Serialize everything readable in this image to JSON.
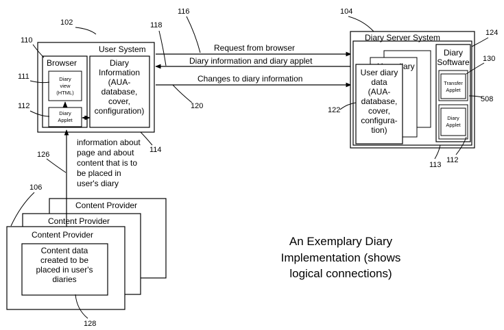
{
  "refs": {
    "r102": "102",
    "r104": "104",
    "r106": "106",
    "r110": "110",
    "r111": "111",
    "r112a": "112",
    "r112b": "112",
    "r113": "113",
    "r114": "114",
    "r116": "116",
    "r118": "118",
    "r120": "120",
    "r122": "122",
    "r124": "124",
    "r126": "126",
    "r128": "128",
    "r130": "130",
    "r508": "508"
  },
  "user_system": {
    "title": "User System",
    "browser": "Browser",
    "diary_view": [
      "Diary",
      "view",
      "(HTML)"
    ],
    "diary_applet": [
      "Diary",
      "Applet"
    ],
    "diary_info": [
      "Diary",
      "Information",
      "(AUA-",
      "database,",
      "cover,",
      "configuration)"
    ]
  },
  "server": {
    "title": "Diary Server System",
    "back_label": "User diary",
    "user_diary_data": [
      "User diary",
      "data",
      "(AUA-",
      "database,",
      "cover,",
      "configura-",
      "tion)"
    ],
    "software": [
      "Diary",
      "Software"
    ],
    "transfer_applet": [
      "Transfer",
      "Applet"
    ],
    "diary_applet": [
      "Diary",
      "Applet"
    ]
  },
  "arrows": {
    "request": "Request from browser",
    "diary_info_applet": "Diary  information and diary applet",
    "changes": "Changes to diary information"
  },
  "content_info": [
    "information about",
    "page and about",
    "content that is to",
    "be placed in",
    "user's diary"
  ],
  "providers": {
    "back": "Content Provider",
    "middle": "Content Provider",
    "front": "Content Provider",
    "content_data": [
      "Content data",
      "created to be",
      "placed in user's",
      "diaries"
    ]
  },
  "caption": [
    "An Exemplary Diary",
    "Implementation (shows",
    "logical connections)"
  ]
}
